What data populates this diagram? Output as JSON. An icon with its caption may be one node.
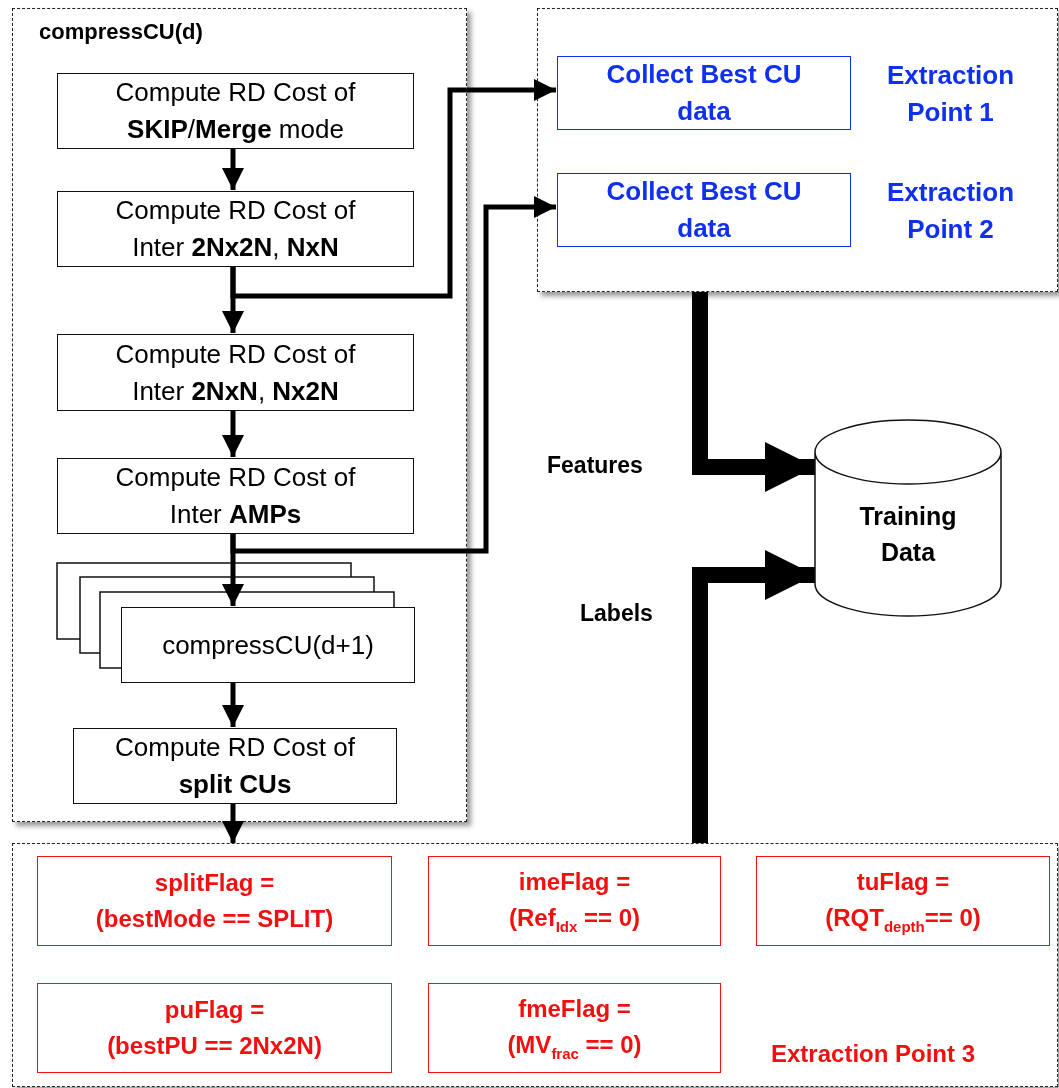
{
  "diagram": {
    "nodes": [
      {
        "text": [
          "compressCU(d)"
        ]
      },
      {
        "text": [
          "Compute RD Cost of **SKIP**/**Merge** mode"
        ],
        "in": 0
      },
      {
        "text": [
          "Compute RD Cost of Inter **2Nx2N**, **NxN**"
        ],
        "in": 0
      },
      {
        "text": [
          "Compute RD Cost of Inter **2NxN**, **Nx2N**"
        ],
        "in": 0
      },
      {
        "text": [
          "Compute RD Cost of Inter **AMPs**"
        ],
        "in": 0
      },
      {
        "text": [
          "compressCU(d+1)"
        ],
        "in": 0
      },
      {
        "text": [
          "Compute RD Cost of **split CUs**"
        ],
        "in": 0
      },
      {
        "text": [],
        "shape": "box"
      },
      {
        "text": [
          "Collect Best CU data"
        ],
        "in": 7,
        "beside": [
          "Extraction Point 1"
        ]
      },
      {
        "text": [
          "Collect Best CU data"
        ],
        "in": 7,
        "beside": [
          "Extraction Point 2"
        ]
      },
      {
        "text": [
          "Training Data"
        ]
      },
      {
        "text": [
          "Extraction Point 3"
        ]
      },
      {
        "text": [
          "splitFlag =",
          "(bestMode == SPLIT)"
        ],
        "in": 11
      },
      {
        "text": [
          "imeFlag =",
          "(Ref$_{Idx}$ == 0)"
        ],
        "in": 11
      },
      {
        "text": [
          "tuFlag =",
          "(RQT$_{depth}$== 0)"
        ],
        "in": 11
      },
      {
        "text": [
          "puFlag =",
          "(bestPU == 2Nx2N)"
        ],
        "in": 11
      },
      {
        "text": [
          "fmeFlag =",
          "(MV$_{frac}$ == 0)"
        ],
        "in": 11
      }
    ],
    "edges": [
      {
        "from": 1,
        "to": 2,
        "arrow": "to"
      },
      {
        "from": 2,
        "to": 3,
        "arrow": "to"
      },
      {
        "from": 3,
        "to": 4,
        "arrow": "to"
      },
      {
        "from": 4,
        "to": 5,
        "arrow": "to"
      },
      {
        "from": 5,
        "to": 6,
        "arrow": "to"
      },
      {
        "from": 2,
        "to": 8,
        "arrow": "to"
      },
      {
        "from": 4,
        "to": 9,
        "arrow": "to"
      },
      {
        "from": 6,
        "to": 11,
        "arrow": "to"
      },
      {
        "from": 7,
        "to": 10,
        "arrow": "to",
        "label": "Features",
        "style": "thick"
      },
      {
        "from": 11,
        "to": 10,
        "arrow": "to",
        "label": "Labels",
        "style": "thick"
      }
    ]
  }
}
